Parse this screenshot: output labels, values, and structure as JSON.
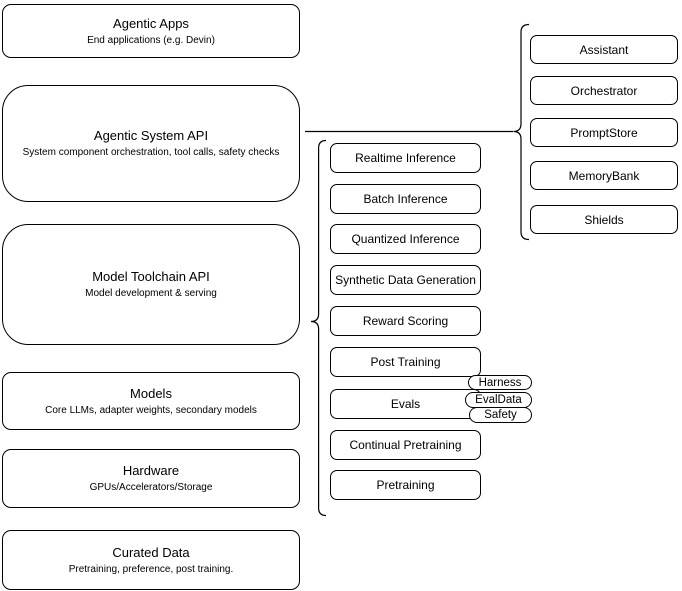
{
  "stack": [
    {
      "title": "Agentic Apps",
      "subtitle": "End applications (e.g. Devin)"
    },
    {
      "title": "Agentic System API",
      "subtitle": "System component orchestration, tool calls, safety checks"
    },
    {
      "title": "Model Toolchain API",
      "subtitle": "Model development & serving"
    },
    {
      "title": "Models",
      "subtitle": "Core LLMs, adapter weights, secondary models"
    },
    {
      "title": "Hardware",
      "subtitle": "GPUs/Accelerators/Storage"
    },
    {
      "title": "Curated Data",
      "subtitle": "Pretraining, preference, post training."
    }
  ],
  "toolchain_services": [
    "Realtime Inference",
    "Batch Inference",
    "Quantized Inference",
    "Synthetic Data Generation",
    "Reward Scoring",
    "Post Training",
    "Evals",
    "Continual Pretraining",
    "Pretraining"
  ],
  "eval_badges": [
    "Harness",
    "EvalData",
    "Safety"
  ],
  "system_components": [
    "Assistant",
    "Orchestrator",
    "PromptStore",
    "MemoryBank",
    "Shields"
  ],
  "colors": {
    "stroke": "#000000",
    "box_fill": "#ffffff",
    "background": "#ffffff",
    "text": "#000000"
  }
}
